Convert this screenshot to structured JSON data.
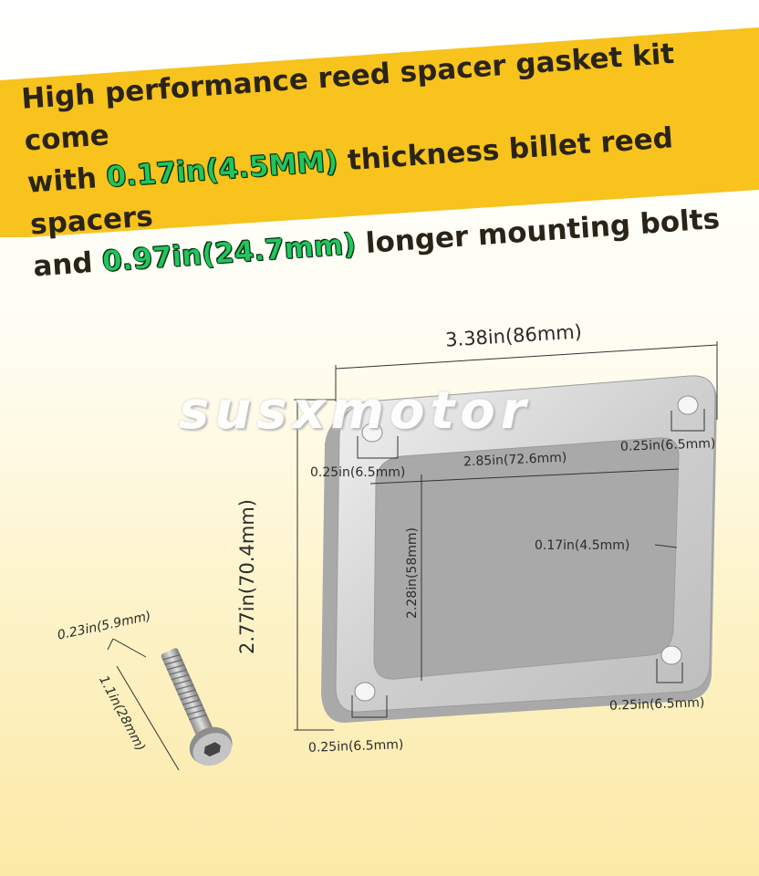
{
  "headline": {
    "line1": "High performance reed spacer gasket kit come",
    "line2_prefix": "with ",
    "line2_highlight": "0.17in(4.5MM)",
    "line2_suffix": " thickness billet reed spacers",
    "line3_prefix": "and ",
    "line3_highlight": "0.97in(24.7mm)",
    "line3_suffix": " longer mounting bolts"
  },
  "watermark": "susxmotor",
  "dimensions": {
    "overall_width": "3.38in(86mm)",
    "overall_height": "2.77in(70.4mm)",
    "inner_width": "2.85in(72.6mm)",
    "inner_height": "2.28in(58mm)",
    "thickness": "0.17in(4.5mm)",
    "hole_top_left": "0.25in(6.5mm)",
    "hole_top_right": "0.25in(6.5mm)",
    "hole_bottom_left": "0.25in(6.5mm)",
    "hole_bottom_right": "0.25in(6.5mm)",
    "bolt_diameter": "0.23in(5.9mm)",
    "bolt_length": "1.1in(28mm)"
  },
  "colors": {
    "banner": "#f7c31c",
    "highlight": "#22c55e",
    "metal": "#d9d9d9"
  }
}
